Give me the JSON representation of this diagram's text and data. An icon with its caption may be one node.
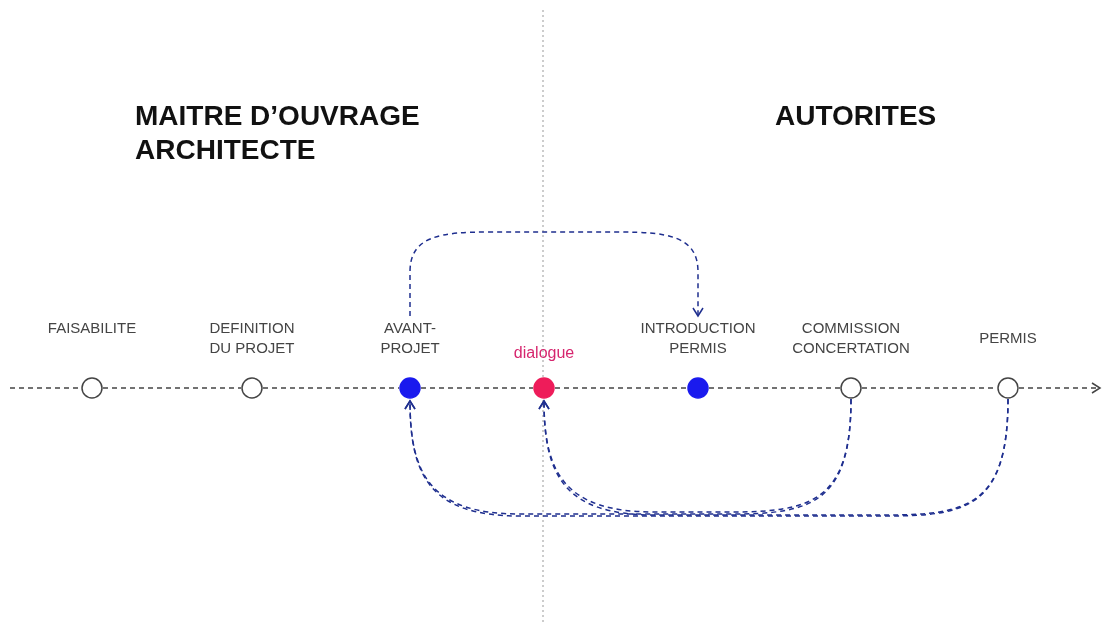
{
  "diagram": {
    "nodes": [
      {
        "text": [
          "FAISABILITE"
        ]
      },
      {
        "text": [
          "DEFINITION DU PROJET"
        ]
      },
      {
        "text": [
          "AVANT- PROJET"
        ]
      },
      {
        "text": [
          "dialogue"
        ]
      },
      {
        "text": [
          "INTRODUCTION PERMIS"
        ]
      },
      {
        "text": [
          "COMMISSION CONCERTATION"
        ]
      },
      {
        "text": [
          "PERMIS"
        ]
      }
    ],
    "edges": [
      {
        "from": null,
        "to": 0,
        "arrow": "none",
        "style": "dashed"
      },
      {
        "from": 0,
        "to": 1,
        "arrow": "none",
        "style": "dashed"
      },
      {
        "from": 1,
        "to": 2,
        "arrow": "none",
        "style": "dashed"
      },
      {
        "from": 2,
        "to": 3,
        "arrow": "none",
        "style": "dashed"
      },
      {
        "from": 3,
        "to": 4,
        "arrow": "none",
        "style": "dashed"
      },
      {
        "from": 4,
        "to": 5,
        "arrow": "none",
        "style": "dashed"
      },
      {
        "from": 5,
        "to": 6,
        "arrow": "none",
        "style": "dashed"
      },
      {
        "from": 6,
        "to": null,
        "arrow": "to",
        "style": "dashed"
      },
      {
        "from": 2,
        "to": 4,
        "arrow": "to",
        "style": "dashed",
        "color": "#1f2f8f"
      },
      {
        "from": 5,
        "to": 2,
        "arrow": "to",
        "style": "dashed",
        "color": "#1f2f8f"
      },
      {
        "from": 5,
        "to": 3,
        "arrow": "to",
        "style": "dashed",
        "color": "#1f2f8f"
      },
      {
        "from": 6,
        "to": 2,
        "arrow": "to",
        "style": "dashed",
        "color": "#1f2f8f"
      },
      {
        "from": 6,
        "to": 3,
        "arrow": "to",
        "style": "dashed",
        "color": "#1f2f8f"
      }
    ],
    "labels": [
      "MAITRE D’OUVRAGE ARCHITECTE",
      "AUTORITES"
    ]
  }
}
